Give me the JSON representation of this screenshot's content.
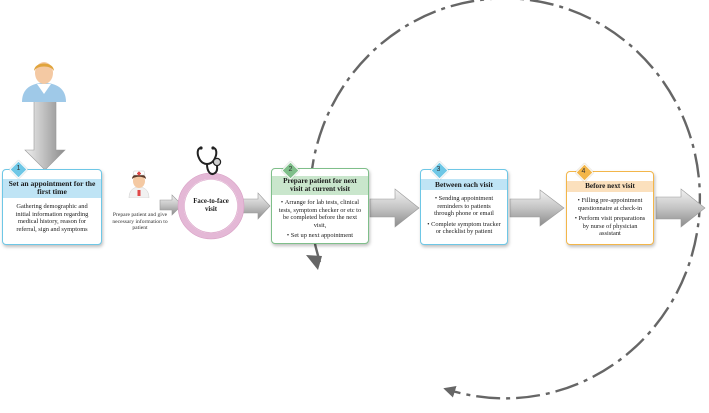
{
  "colors": {
    "blue": "#6ec7e6",
    "blue_band": "#bfe4f5",
    "green": "#7fbf8a",
    "green_band": "#c9e6cc",
    "orange": "#f3b64a",
    "orange_band": "#fbe0bd",
    "ring": "#e4b8d6",
    "arrow": "#a9a9a9",
    "cycle": "#666666"
  },
  "steps": [
    {
      "number": "1",
      "title": "Set an appointment for the first time",
      "body": "Gathering demographic and initial information regarding medical history, reason for referral, sign and symptoms"
    },
    {
      "number": "2",
      "title": "Prepare patient for next visit at current visit",
      "bullets": [
        "Arrange for lab tests, clinical tests, symptom checker or etc to be completed before the next visit,",
        "Set up next appointment"
      ]
    },
    {
      "number": "3",
      "title": "Between each visit",
      "bullets": [
        "Sending appointment reminders to patients through phone or email",
        "Complete symptom tracker or checklist by patient"
      ]
    },
    {
      "number": "4",
      "title": "Before next visit",
      "bullets": [
        "Filling pre-appointment questionnaire at check-in",
        "Perform visit preparations by nurse of physician assistant"
      ]
    }
  ],
  "nurse_note": "Prepare patient and give necessary information to patient",
  "visit_label": "Face-to-face visit",
  "icons": [
    "patient-icon",
    "nurse-icon",
    "stethoscope-icon"
  ]
}
